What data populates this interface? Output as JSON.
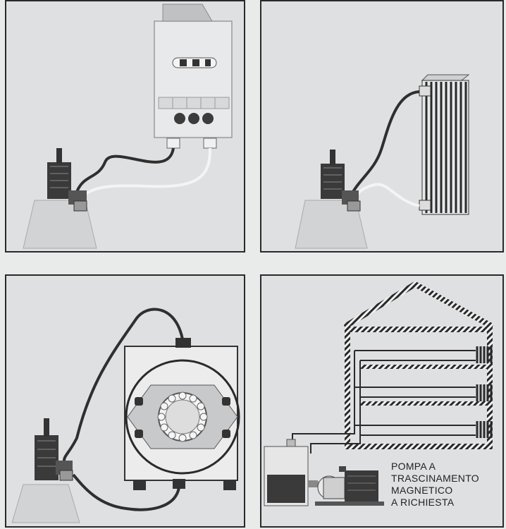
{
  "colors": {
    "background": "#e9eaea",
    "panel_fill": "#dfe0e2",
    "ink": "#2a2a2a",
    "motor_dark": "#3a3a3a",
    "pump_base": "#d3d4d6",
    "hose_light": "#f2f2f2"
  },
  "panels": [
    {
      "id": "panel-top-left",
      "subject": "pump connected to plate heat exchanger unit"
    },
    {
      "id": "panel-top-right",
      "subject": "pump connected to finned heat exchanger"
    },
    {
      "id": "panel-bottom-left",
      "subject": "pump connected to heat exchanger with cover plate"
    },
    {
      "id": "panel-bottom-right",
      "subject": "pump circuit through building heating coils"
    }
  ],
  "caption": {
    "line1": "POMPA  A",
    "line2": "TRASCINAMENTO",
    "line3": "MAGNETICO",
    "line4": "A RICHIESTA"
  }
}
